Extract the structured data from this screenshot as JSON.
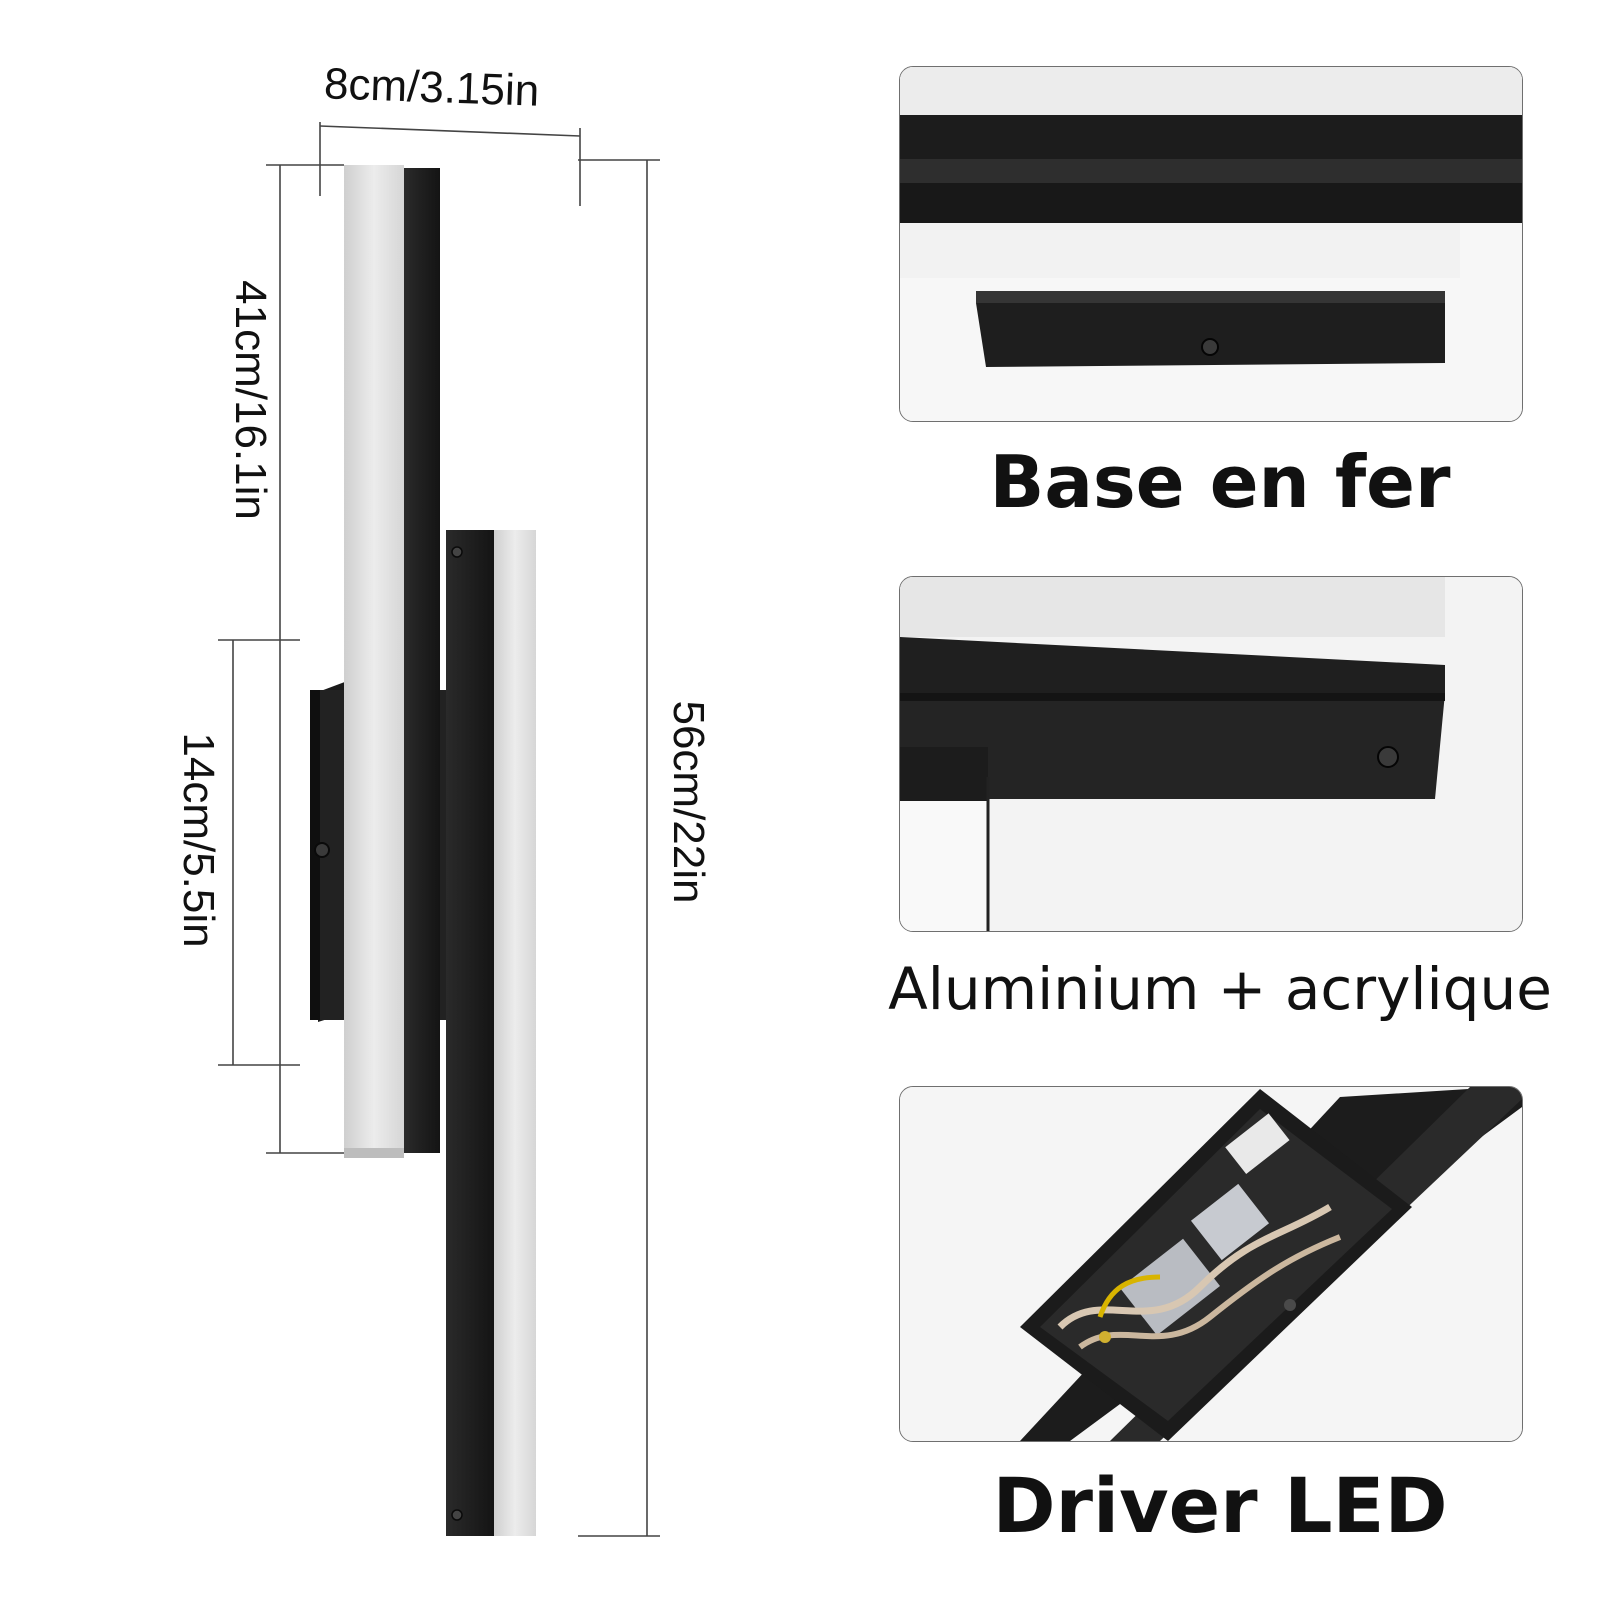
{
  "dimensions": {
    "width": "8cm/3.15in",
    "top_bar": "41cm/16.1in",
    "base": "14cm/5.5in",
    "total": "56cm/22in"
  },
  "features": [
    {
      "caption": "Base en fer",
      "icon": "iron-base-photo"
    },
    {
      "caption": "Aluminium + acrylique",
      "icon": "aluminium-acrylic-photo"
    },
    {
      "caption": "Driver LED",
      "icon": "led-driver-photo"
    }
  ],
  "colors": {
    "metal": "#1f1f1f",
    "acrylic": "#e4e4e4",
    "line": "#444444"
  }
}
